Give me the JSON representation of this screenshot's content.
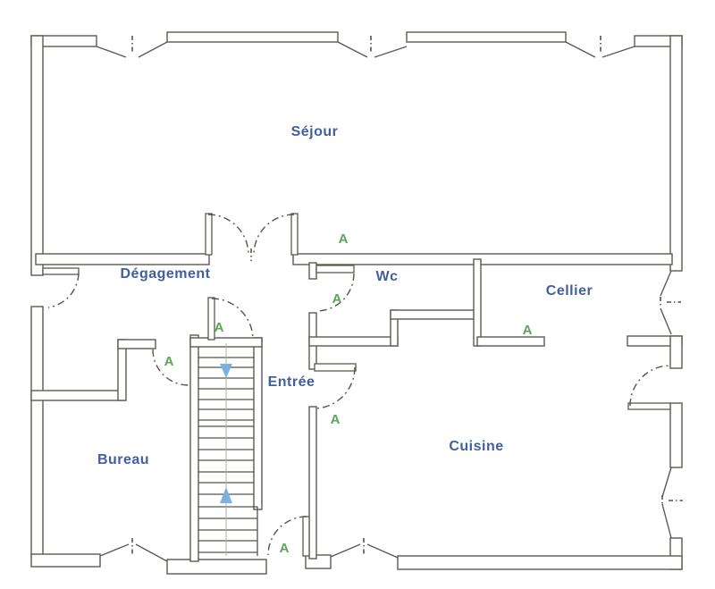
{
  "document": {
    "type": "floor-plan",
    "background": "#ffffff"
  },
  "rooms": [
    {
      "name": "Séjour"
    },
    {
      "name": "Dégagement"
    },
    {
      "name": "Wc"
    },
    {
      "name": "Cellier"
    },
    {
      "name": "Entrée"
    },
    {
      "name": "Bureau"
    },
    {
      "name": "Cuisine"
    }
  ],
  "markers": {
    "door_label": "A",
    "count": 7
  },
  "colors": {
    "wall": "#5b5a52",
    "room_label": "#3f5f9e",
    "door_marker": "#5ca55a",
    "stair_arrow": "#7cb1dc"
  }
}
